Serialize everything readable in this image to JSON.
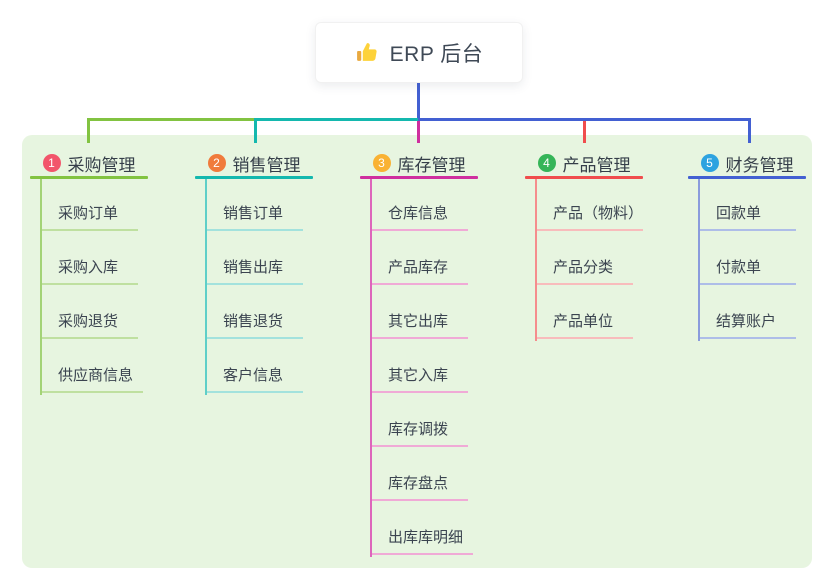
{
  "root": {
    "title": "ERP 后台",
    "icon": "thumbs-up-icon",
    "connector_color": "#4360d2"
  },
  "panel": {
    "background_color": "#e7f5e0"
  },
  "branches": [
    {
      "badge": "1",
      "label": "采购管理",
      "badge_color": "#f2556b",
      "line_color": "#82c341",
      "trunk_color": "#a3d376",
      "sub_line_color": "#bfe0a0",
      "items": [
        "采购订单",
        "采购入库",
        "采购退货",
        "供应商信息"
      ]
    },
    {
      "badge": "2",
      "label": "销售管理",
      "badge_color": "#f07b3c",
      "line_color": "#14b8ae",
      "trunk_color": "#5fcfc8",
      "sub_line_color": "#a3e2dd",
      "items": [
        "销售订单",
        "销售出库",
        "销售退货",
        "客户信息"
      ]
    },
    {
      "badge": "3",
      "label": "库存管理",
      "badge_color": "#f9b234",
      "line_color": "#cf2f9f",
      "trunk_color": "#dd66bb",
      "sub_line_color": "#f0aad6",
      "items": [
        "仓库信息",
        "产品库存",
        "其它出库",
        "其它入库",
        "库存调拨",
        "库存盘点",
        "出库库明细"
      ]
    },
    {
      "badge": "4",
      "label": "产品管理",
      "badge_color": "#35b558",
      "line_color": "#f04d4d",
      "trunk_color": "#f58d8d",
      "sub_line_color": "#f8bcbc",
      "items": [
        "产品（物料）",
        "产品分类",
        "产品单位"
      ]
    },
    {
      "badge": "5",
      "label": "财务管理",
      "badge_color": "#2da3e0",
      "line_color": "#4360d2",
      "trunk_color": "#8b9cdc",
      "sub_line_color": "#aebde8",
      "items": [
        "回款单",
        "付款单",
        "结算账户"
      ]
    }
  ]
}
